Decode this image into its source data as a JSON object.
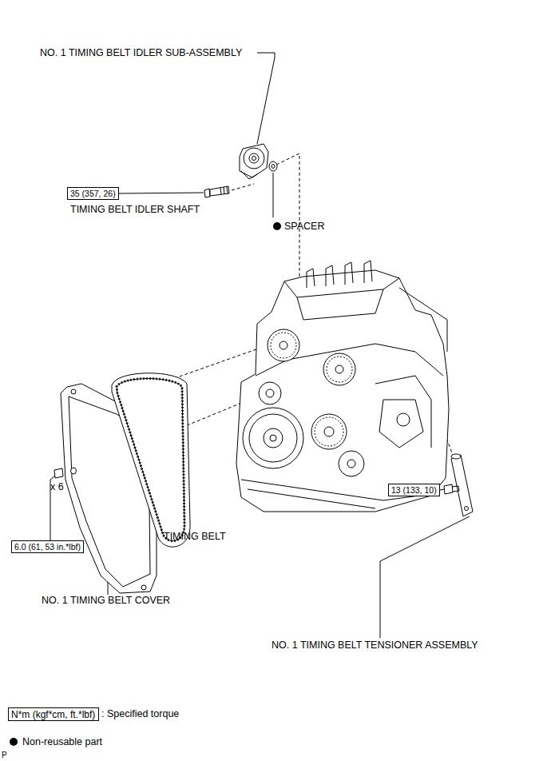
{
  "diagram": {
    "nodes": [
      {
        "text": [
          "35 (357, 26)"
        ]
      },
      {
        "text": [
          "13 (133, 10)"
        ]
      },
      {
        "text": [
          "6.0 (61, 53 in.*lbf)"
        ]
      },
      {
        "text": [
          "N*m (kgf*cm, ft.*lbf)"
        ]
      }
    ],
    "labels": [
      "NO. 1 TIMING BELT IDLER SUB-ASSEMBLY",
      "TIMING BELT IDLER SHAFT",
      "SPACER",
      "x 6",
      "TIMING BELT",
      "NO. 1 TIMING BELT COVER",
      "NO. 1 TIMING BELT TENSIONER ASSEMBLY",
      "P"
    ],
    "legend": [
      {
        "text": ": Specified torque"
      },
      {
        "text": "Non-reusable part",
        "color": "#000000"
      }
    ]
  }
}
